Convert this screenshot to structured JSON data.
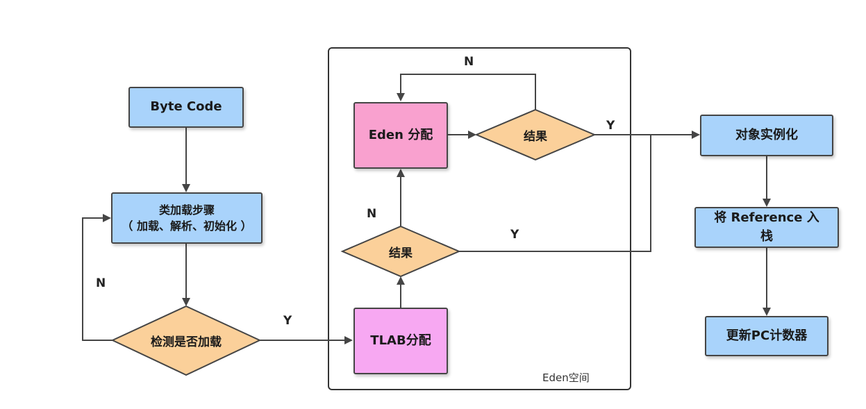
{
  "nodes": {
    "byte_code": "Byte Code",
    "class_loading_line1": "类加载步骤",
    "class_loading_line2": "（ 加载、解析、初始化 ）",
    "check_loaded": "检测是否加载",
    "tlab_alloc": "TLAB分配",
    "eden_alloc": "Eden 分配",
    "result_upper": "结果",
    "result_lower": "结果",
    "object_instantiation": "对象实例化",
    "push_reference": "将 Reference 入栈",
    "update_pc": "更新PC计数器"
  },
  "edge_labels": {
    "check_no": "N",
    "check_yes": "Y",
    "lower_no": "N",
    "lower_yes": "Y",
    "upper_no": "N",
    "upper_yes": "Y"
  },
  "region": {
    "label": "Eden空间"
  },
  "colors": {
    "process_blue": "#a9d3fb",
    "eden_pink": "#f9a1cf",
    "tlab_magenta": "#f7a8f2",
    "decision_orange": "#fbd09a",
    "line": "#454545"
  }
}
